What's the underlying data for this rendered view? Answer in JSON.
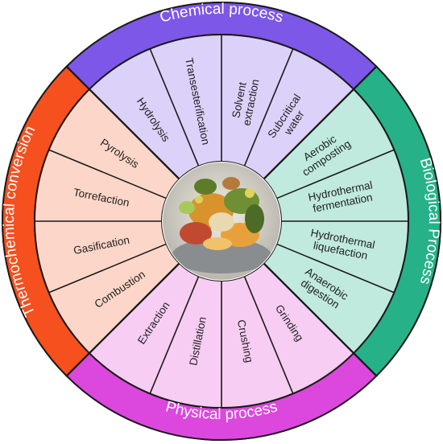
{
  "categories": [
    {
      "id": "chemical",
      "label": "Chemical process",
      "ring_color": "#7d57e8",
      "fill_color": "#dcd1f9",
      "items": [
        "Hydrolysis",
        "Transesterification",
        "Solvent extraction",
        "Subcritical water"
      ]
    },
    {
      "id": "biological",
      "label": "Biological Process",
      "ring_color": "#27b189",
      "fill_color": "#bfeadd",
      "items": [
        "Aerobic composting",
        "Hydrothermal fermentation",
        "Hydrothermal liquefaction",
        "Anaerobic digestion"
      ]
    },
    {
      "id": "physical",
      "label": "Physical process",
      "ring_color": "#dc47de",
      "fill_color": "#f7cdf3",
      "items": [
        "Grinding",
        "Crushing",
        "Distillation",
        "Extraction"
      ]
    },
    {
      "id": "thermochemical",
      "label": "Thermochemical conversion",
      "ring_color": "#f5501e",
      "fill_color": "#fcd6c8",
      "items": [
        "Combustion",
        "Gasification",
        "Torrefaction",
        "Pyrolysis"
      ]
    }
  ],
  "center": {
    "icon": "food-waste-bowl-icon"
  }
}
